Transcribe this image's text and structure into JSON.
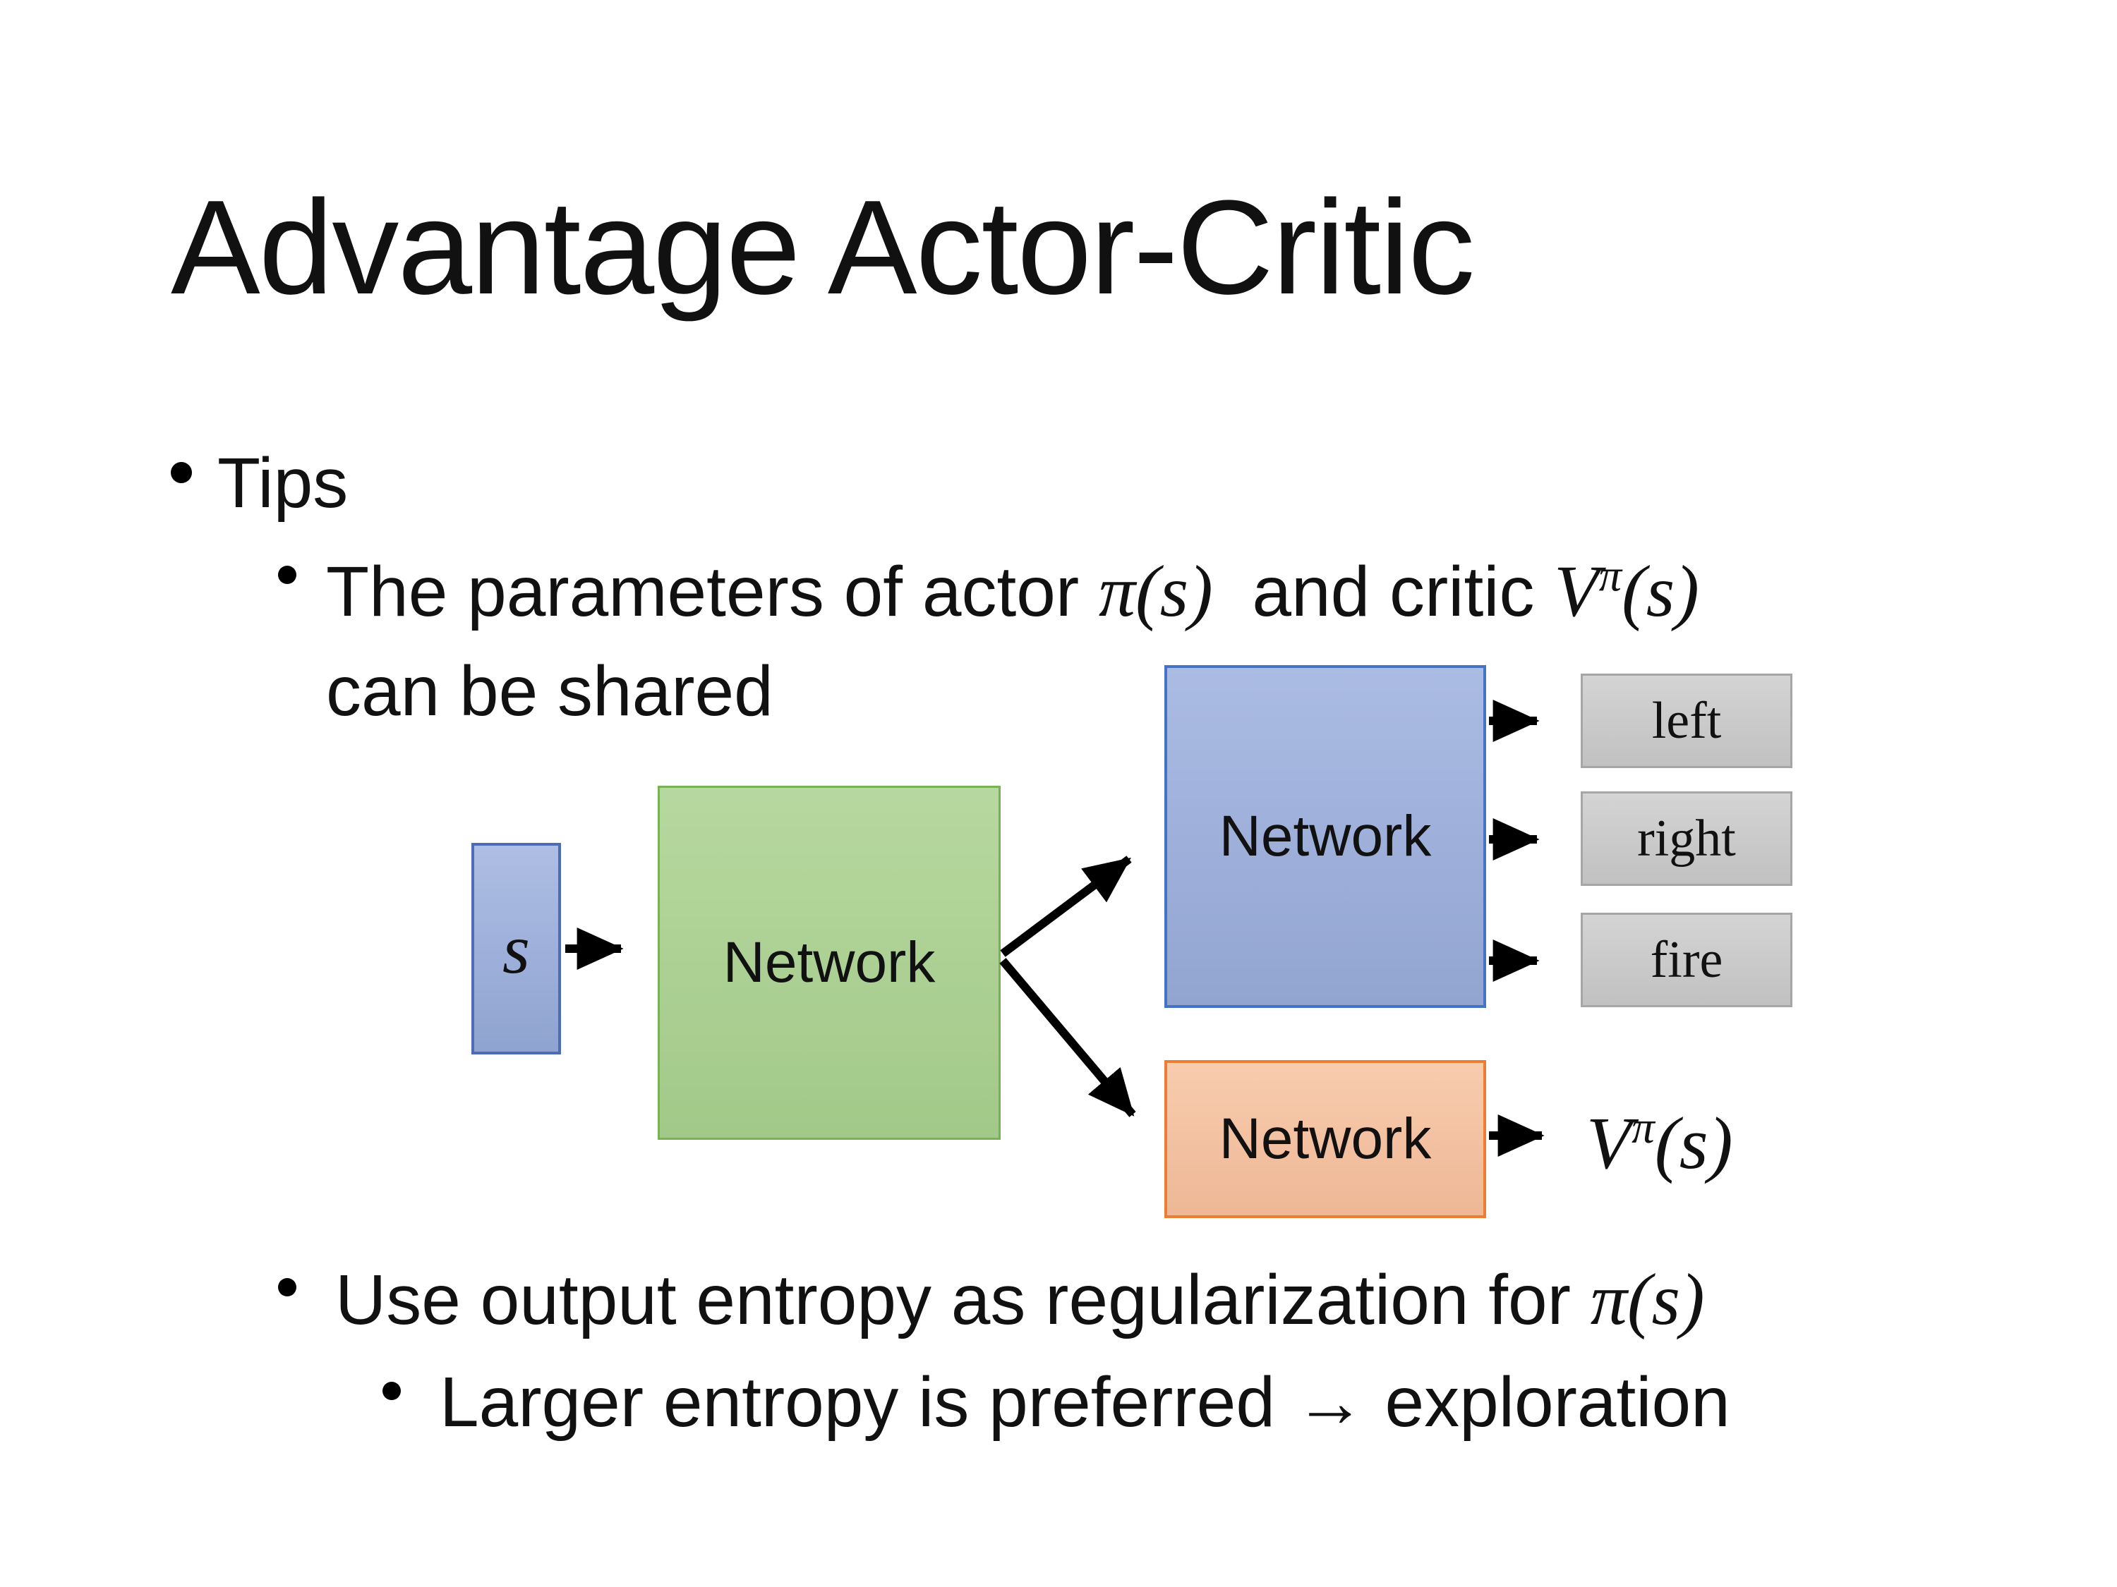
{
  "slide": {
    "title": "Advantage Actor-Critic",
    "bullets": {
      "tips_label": "Tips",
      "sub1_pre": "The parameters of actor ",
      "sub1_math1": "π(s)",
      "sub1_mid": "  and critic ",
      "sub1_v_base": "V",
      "sub1_v_sup": "π",
      "sub1_v_args": "(s)",
      "sub1_line2": "can be shared",
      "sub2_pre": "Use output entropy as regularization for ",
      "sub2_math": "π(s)",
      "sub3_text": "Larger entropy is preferred → exploration"
    },
    "diagram": {
      "state_label": "s",
      "shared_network_label": "Network",
      "actor_network_label": "Network",
      "critic_network_label": "Network",
      "actions": [
        "left",
        "right",
        "fire"
      ],
      "value_base": "V",
      "value_sup": "π",
      "value_args": "(s)",
      "colors": {
        "s-fill": "#97ACDC",
        "s-border": "#4C6DB5",
        "green-fill": "#A9D18E",
        "green-border": "#78B255",
        "blue-fill": "#9BAFDE",
        "blue-border": "#4472C4",
        "orange-fill": "#F7BF9B",
        "orange-border": "#ED7D31",
        "gray-border": "#A6A6A6",
        "arrow": "#000000"
      }
    }
  }
}
